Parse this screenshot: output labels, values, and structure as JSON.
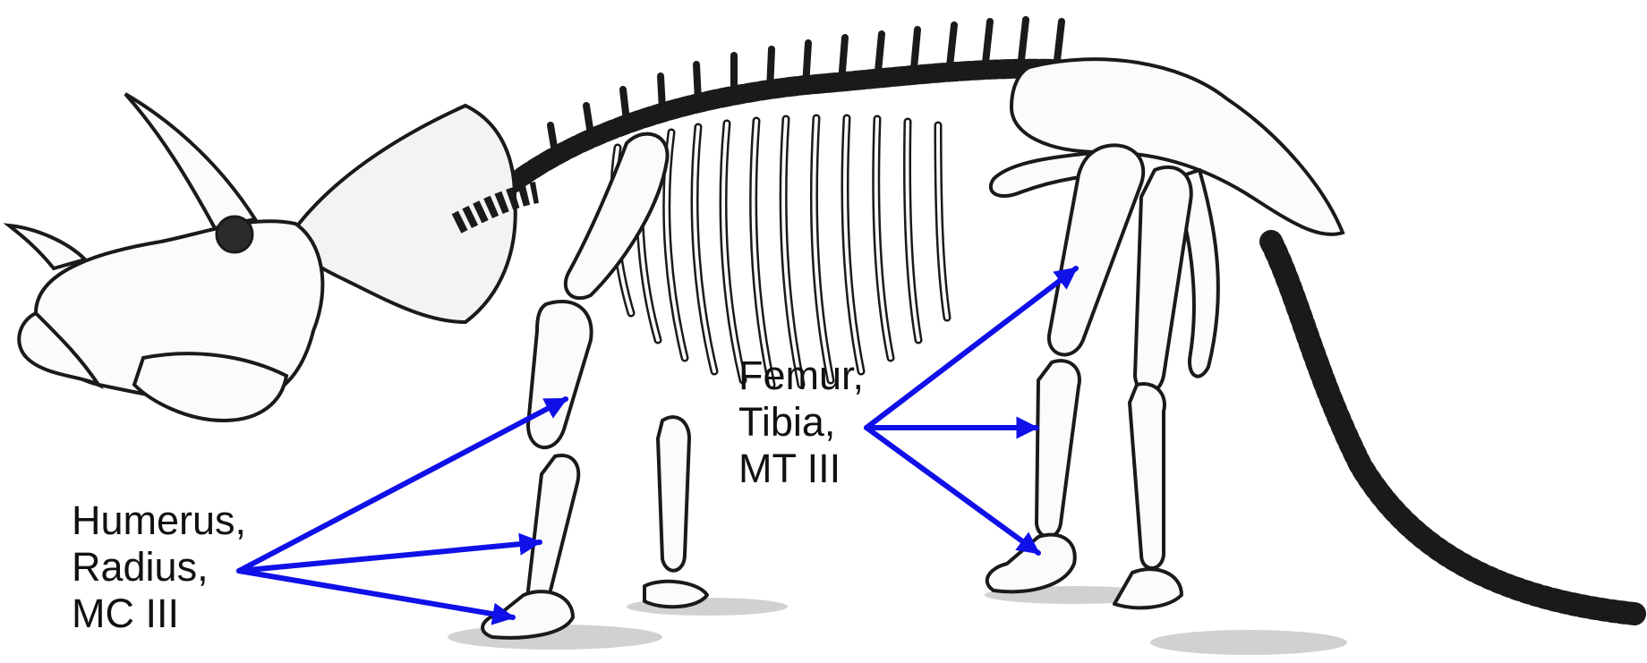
{
  "colors": {
    "background": "#ffffff",
    "ink": "#1a1a1a",
    "bone_fill": "#fbfbfb",
    "arrow": "#1010e8",
    "label_text": "#111111",
    "shadow": "#9a9a9a"
  },
  "labels": {
    "forelimb": {
      "line1": "Humerus,",
      "line2": "Radius,",
      "line3": "MC III"
    },
    "hindlimb": {
      "line1": "Femur,",
      "line2": "Tibia,",
      "line3": "MT III"
    }
  },
  "figure": {
    "subject": "triceratops-skeleton-illustration",
    "annotated_bones": [
      "humerus",
      "radius",
      "metacarpal-iii",
      "femur",
      "tibia",
      "metatarsal-iii"
    ]
  }
}
